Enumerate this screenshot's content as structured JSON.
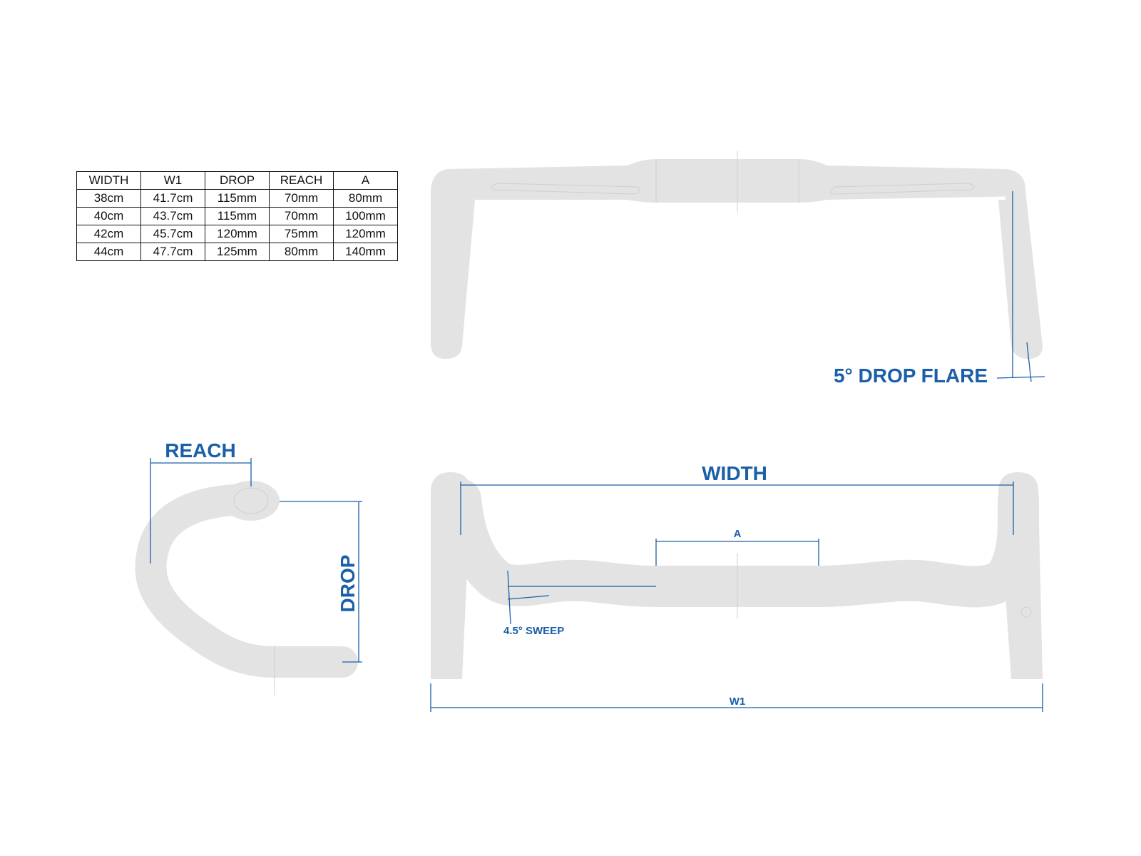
{
  "table": {
    "headers": [
      "WIDTH",
      "W1",
      "DROP",
      "REACH",
      "A"
    ],
    "rows": [
      [
        "38cm",
        "41.7cm",
        "115mm",
        "70mm",
        "80mm"
      ],
      [
        "40cm",
        "43.7cm",
        "115mm",
        "70mm",
        "100mm"
      ],
      [
        "42cm",
        "45.7cm",
        "120mm",
        "75mm",
        "120mm"
      ],
      [
        "44cm",
        "47.7cm",
        "125mm",
        "80mm",
        "140mm"
      ]
    ]
  },
  "labels": {
    "drop_flare": "5° DROP FLARE",
    "reach": "REACH",
    "drop": "DROP",
    "width": "WIDTH",
    "a": "A",
    "sweep": "4.5° SWEEP",
    "w1": "W1"
  },
  "colors": {
    "dimension": "#1a5fa8",
    "bar": "#e3e3e3",
    "table_border": "#111111"
  }
}
